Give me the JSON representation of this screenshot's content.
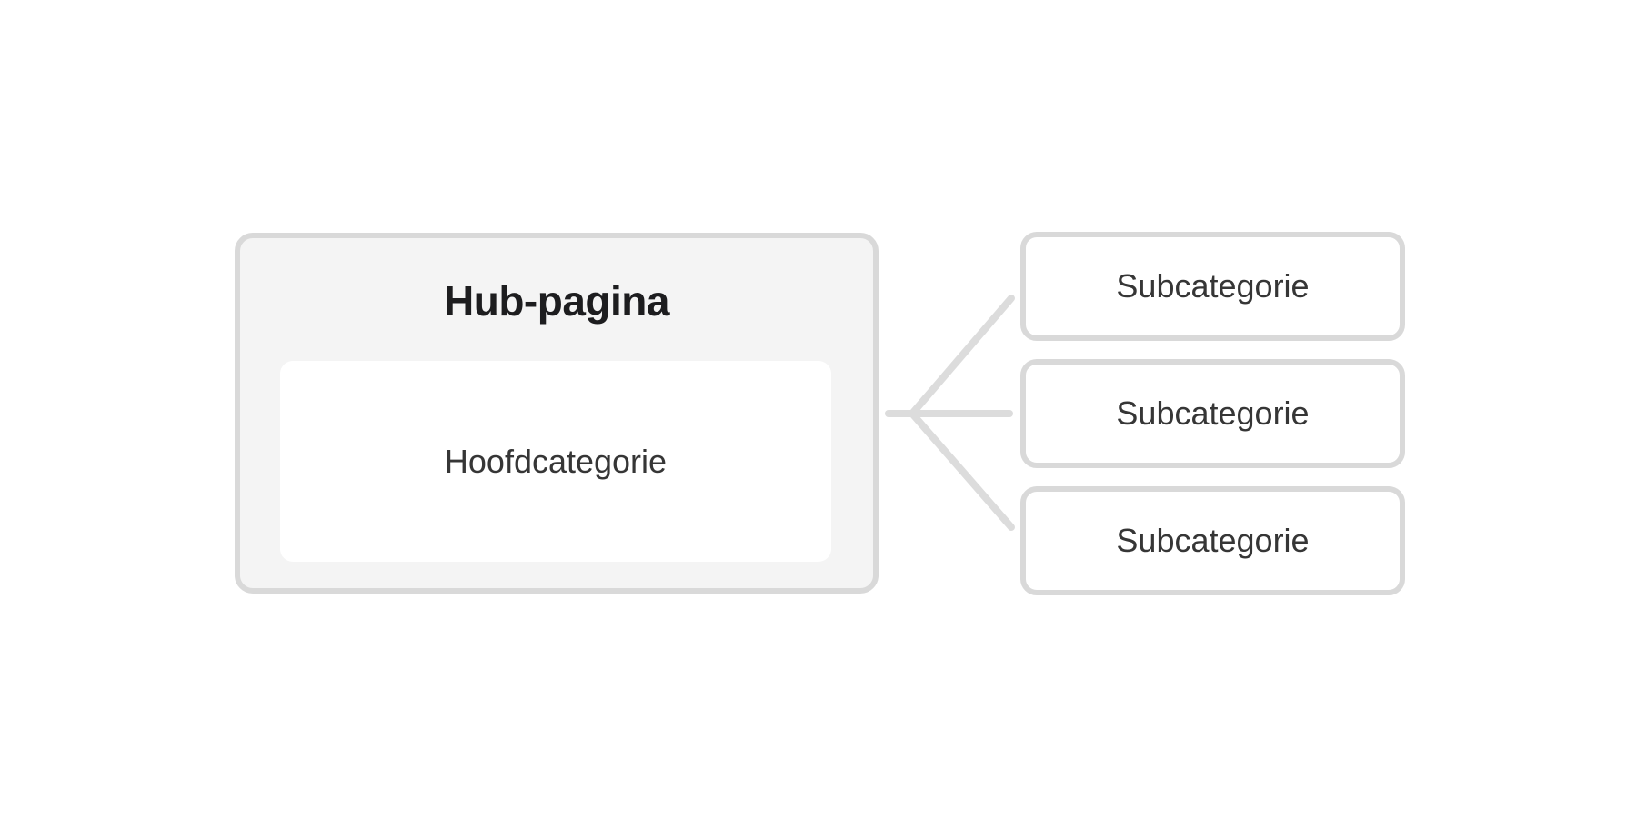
{
  "diagram": {
    "hub": {
      "title": "Hub-pagina",
      "category_label": "Hoofdcategorie"
    },
    "subcategories": [
      {
        "label": "Subcategorie"
      },
      {
        "label": "Subcategorie"
      },
      {
        "label": "Subcategorie"
      }
    ]
  },
  "colors": {
    "background": "#ffffff",
    "hub_fill": "#f4f4f4",
    "box_border": "#d9d9d9",
    "connector": "#dcdcdc",
    "title_text": "#1d1d1f",
    "body_text": "#363636"
  }
}
